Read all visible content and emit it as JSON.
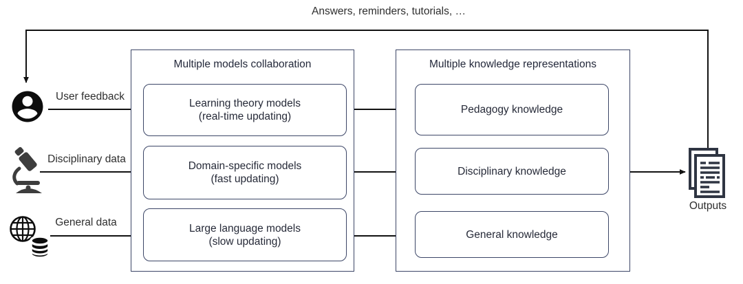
{
  "feedback": {
    "label": "Answers, reminders, tutorials, …"
  },
  "inputs": [
    {
      "label": "User feedback",
      "icon": "user-icon"
    },
    {
      "label": "Disciplinary data",
      "icon": "microscope-icon"
    },
    {
      "label": "General data",
      "icon": "globe-database-icon"
    }
  ],
  "models_panel": {
    "title": "Multiple models collaboration",
    "boxes": [
      {
        "line1": "Learning theory models",
        "line2": "(real-time updating)"
      },
      {
        "line1": "Domain-specific models",
        "line2": "(fast updating)"
      },
      {
        "line1": "Large language models",
        "line2": "(slow updating)"
      }
    ]
  },
  "knowledge_panel": {
    "title": "Multiple knowledge representations",
    "boxes": [
      {
        "label": "Pedagogy knowledge"
      },
      {
        "label": "Disciplinary knowledge"
      },
      {
        "label": "General knowledge"
      }
    ]
  },
  "output": {
    "label": "Outputs",
    "icon": "documents-icon"
  },
  "colors": {
    "panel_border": "#3b4566",
    "arrow_line": "#111111",
    "icon_black": "#0d0d0d",
    "microscope_gray": "#3d3d3d",
    "documents_slate": "#2f3542",
    "text": "#2e2e2e"
  }
}
